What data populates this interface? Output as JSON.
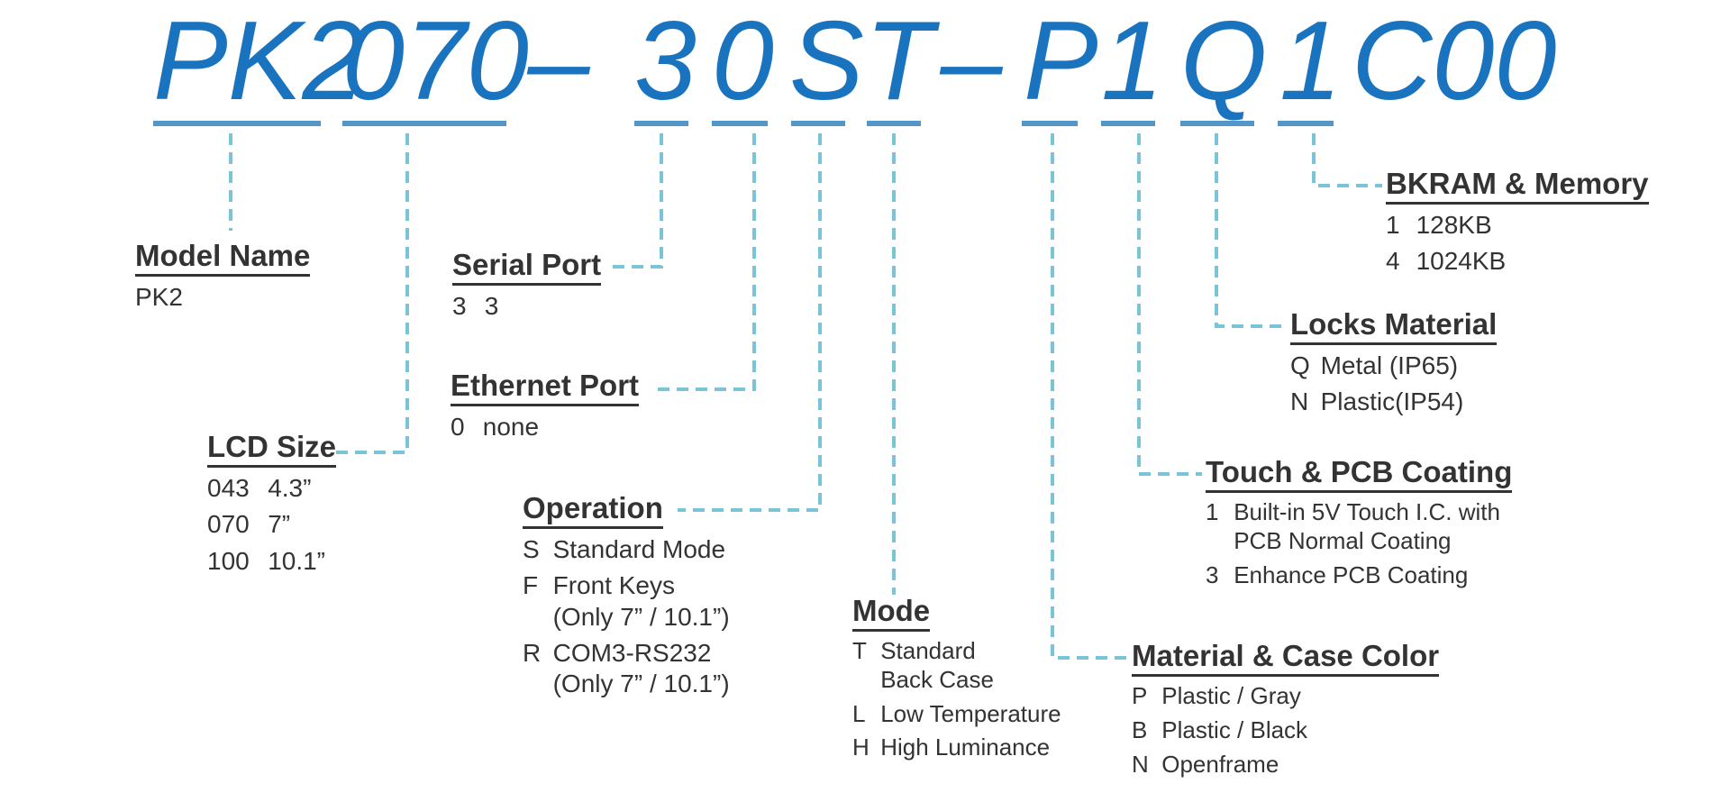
{
  "part_number": {
    "segments": [
      "PK2",
      "070",
      "–",
      "3",
      "0",
      "S",
      "T",
      "–",
      "P",
      "1",
      "Q",
      "1",
      "C00"
    ]
  },
  "colors": {
    "code": "#1a73bf",
    "underline": "#5596c9",
    "leader": "#7ac4d8",
    "text": "#333333"
  },
  "fields": {
    "model_name": {
      "heading": "Model Name",
      "options": [
        {
          "code": "PK2",
          "label": ""
        }
      ]
    },
    "lcd_size": {
      "heading": "LCD Size",
      "options": [
        {
          "code": "043",
          "label": "4.3”"
        },
        {
          "code": "070",
          "label": "7”"
        },
        {
          "code": "100",
          "label": "10.1”"
        }
      ]
    },
    "serial_port": {
      "heading": "Serial Port",
      "options": [
        {
          "code": "3",
          "label": "3"
        }
      ]
    },
    "ethernet_port": {
      "heading": "Ethernet Port",
      "options": [
        {
          "code": "0",
          "label": "none"
        }
      ]
    },
    "operation": {
      "heading": "Operation",
      "options": [
        {
          "code": "S",
          "label": "Standard Mode",
          "cont": ""
        },
        {
          "code": "F",
          "label": "Front Keys",
          "cont": "(Only 7” / 10.1”)"
        },
        {
          "code": "R",
          "label": "COM3-RS232",
          "cont": "(Only 7” / 10.1”)"
        }
      ]
    },
    "mode": {
      "heading": "Mode",
      "options": [
        {
          "code": "T",
          "label": "Standard",
          "cont": "Back Case"
        },
        {
          "code": "L",
          "label": "Low Temperature",
          "cont": ""
        },
        {
          "code": "H",
          "label": "High Luminance",
          "cont": ""
        }
      ]
    },
    "material_case_color": {
      "heading": "Material & Case Color",
      "options": [
        {
          "code": "P",
          "label": "Plastic / Gray"
        },
        {
          "code": "B",
          "label": "Plastic / Black"
        },
        {
          "code": "N",
          "label": "Openframe"
        }
      ]
    },
    "touch_pcb_coating": {
      "heading": "Touch & PCB Coating",
      "options": [
        {
          "code": "1",
          "label": "Built-in 5V Touch I.C. with",
          "cont": "PCB Normal Coating"
        },
        {
          "code": "3",
          "label": "Enhance PCB Coating",
          "cont": ""
        }
      ]
    },
    "locks_material": {
      "heading": "Locks Material",
      "options": [
        {
          "code": "Q",
          "label": "Metal (IP65)"
        },
        {
          "code": "N",
          "label": "Plastic(IP54)"
        }
      ]
    },
    "bkram_memory": {
      "heading": "BKRAM & Memory",
      "options": [
        {
          "code": "1",
          "label": "128KB"
        },
        {
          "code": "4",
          "label": "1024KB"
        }
      ]
    }
  }
}
